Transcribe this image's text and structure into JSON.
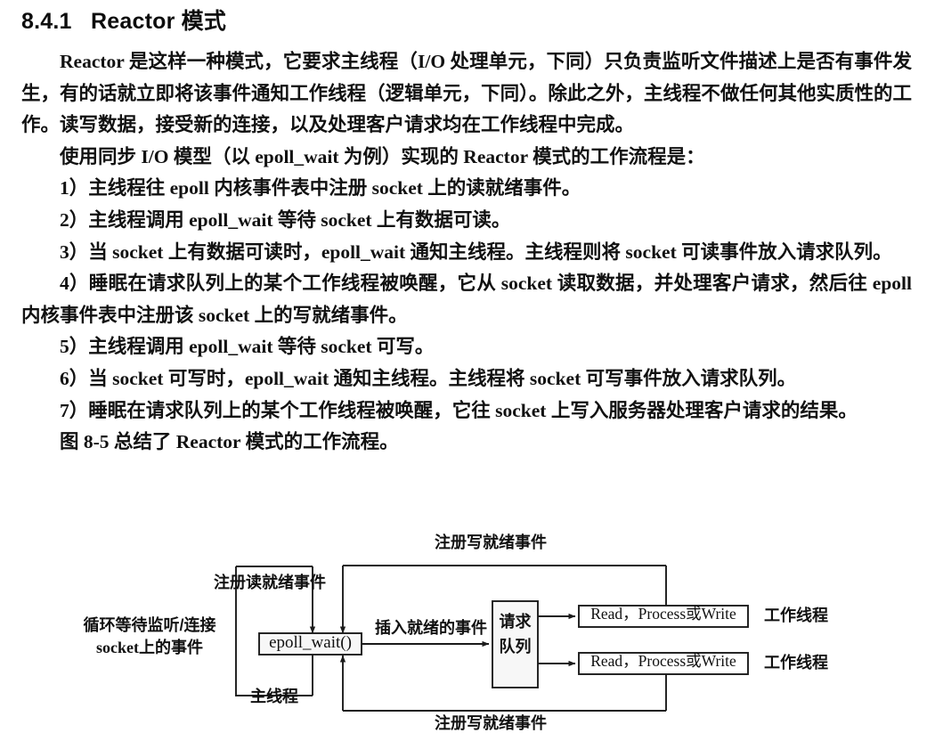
{
  "document": {
    "heading": "8.4.1   Reactor 模式",
    "paragraphs": [
      "Reactor 是这样一种模式，它要求主线程（I/O 处理单元，下同）只负责监听文件描述上是否有事件发生，有的话就立即将该事件通知工作线程（逻辑单元，下同）。除此之外，主线程不做任何其他实质性的工作。读写数据，接受新的连接，以及处理客户请求均在工作线程中完成。",
      "使用同步 I/O 模型（以 epoll_wait 为例）实现的 Reactor 模式的工作流程是：",
      "1）主线程往 epoll 内核事件表中注册 socket 上的读就绪事件。",
      "2）主线程调用 epoll_wait 等待 socket 上有数据可读。",
      "3）当 socket 上有数据可读时，epoll_wait 通知主线程。主线程则将 socket 可读事件放入请求队列。",
      "4）睡眠在请求队列上的某个工作线程被唤醒，它从 socket 读取数据，并处理客户请求，然后往 epoll 内核事件表中注册该 socket 上的写就绪事件。",
      "5）主线程调用 epoll_wait 等待 socket 可写。",
      "6）当 socket 可写时，epoll_wait 通知主线程。主线程将 socket 可写事件放入请求队列。",
      "7）睡眠在请求队列上的某个工作线程被唤醒，它往 socket 上写入服务器处理客户请求的结果。",
      "图 8-5 总结了 Reactor 模式的工作流程。"
    ]
  },
  "figure": {
    "caption_top": "注册写就绪事件",
    "caption_bottom": "注册写就绪事件",
    "label_register_read": "注册读就绪事件",
    "label_main_thread": "主线程",
    "label_loop_wait_line1": "循环等待监听/连接",
    "label_loop_wait_line2": "socket上的事件",
    "label_insert_ready": "插入就绪的事件",
    "box_epoll_wait": "epoll_wait()",
    "box_request_queue_line1": "请求",
    "box_request_queue_line2": "队列",
    "box_worker_1": "Read，Process或Write",
    "box_worker_2": "Read，Process或Write",
    "label_worker_thread_1": "工作线程",
    "label_worker_thread_2": "工作线程",
    "stroke_color": "#1b1b1b",
    "box_fill": "#f7f7f7"
  }
}
